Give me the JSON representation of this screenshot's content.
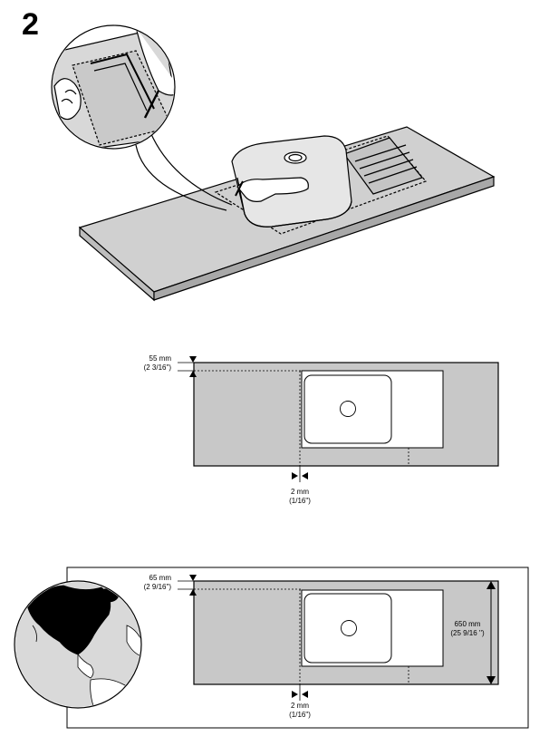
{
  "step": {
    "number": "2"
  },
  "diagram1": {
    "top_margin_mm": "55 mm",
    "top_margin_in": "(2 3/16\")",
    "gap_mm": "2 mm",
    "gap_in": "(1/16\")"
  },
  "diagram2": {
    "top_margin_mm": "65 mm",
    "top_margin_in": "(2 9/16\")",
    "gap_mm": "2 mm",
    "gap_in": "(1/16\")",
    "depth_mm": "650 mm",
    "depth_in": "(25 9/16   '')"
  },
  "icons": [
    "hand-pencil-icon",
    "globe-north-america-icon",
    "dimension-arrow-icon"
  ],
  "colors": {
    "worktop_fill": "#c8c8c8",
    "highlight_fill": "#000000",
    "sea_fill": "#d9d9d9"
  }
}
